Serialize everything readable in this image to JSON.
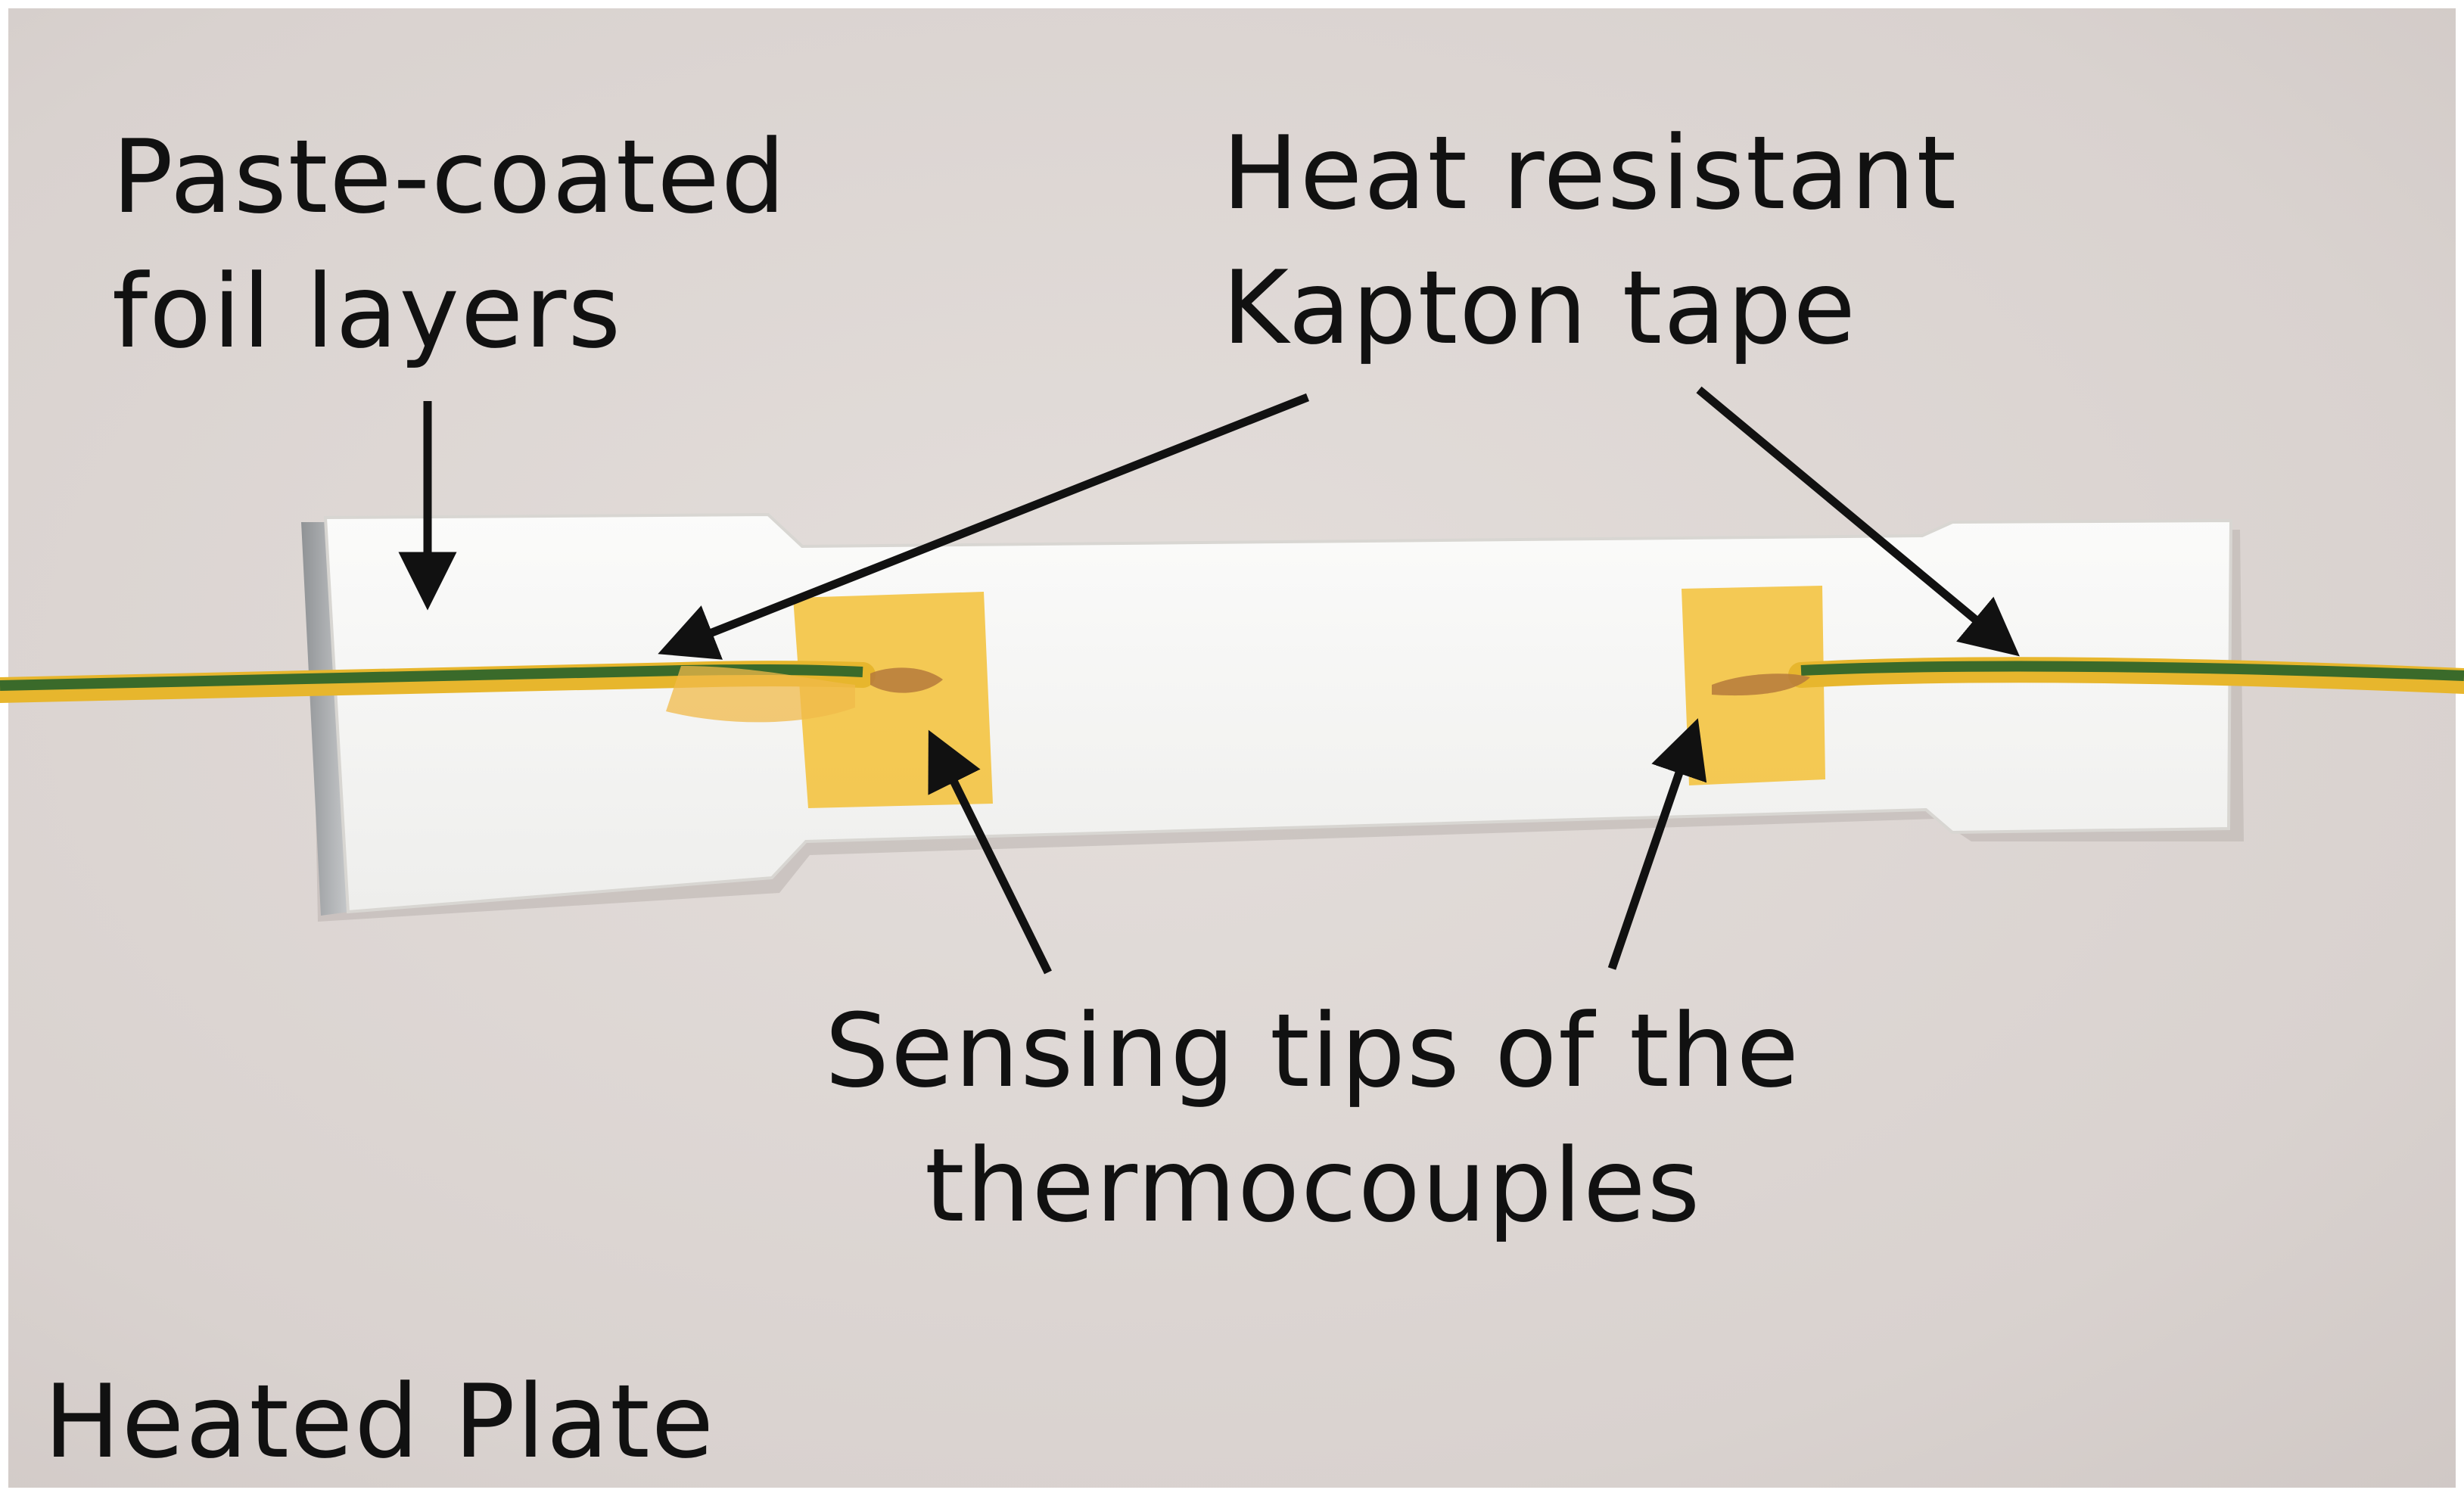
{
  "labels": {
    "paste_coated": [
      "Paste-coated",
      "foil layers"
    ],
    "kapton": [
      "Heat resistant",
      "Kapton tape"
    ],
    "sensing": [
      "Sensing tips of the",
      "thermocouples"
    ],
    "heated_plate": "Heated Plate"
  },
  "colors": {
    "plate_background": "#ddd6d3",
    "specimen_white": "#f6f6f4",
    "kapton_tape": "#f3c547",
    "thermocouple_green": "#3a6a2a",
    "thermocouple_yellow": "#e7b62d",
    "arrow": "#111111"
  }
}
